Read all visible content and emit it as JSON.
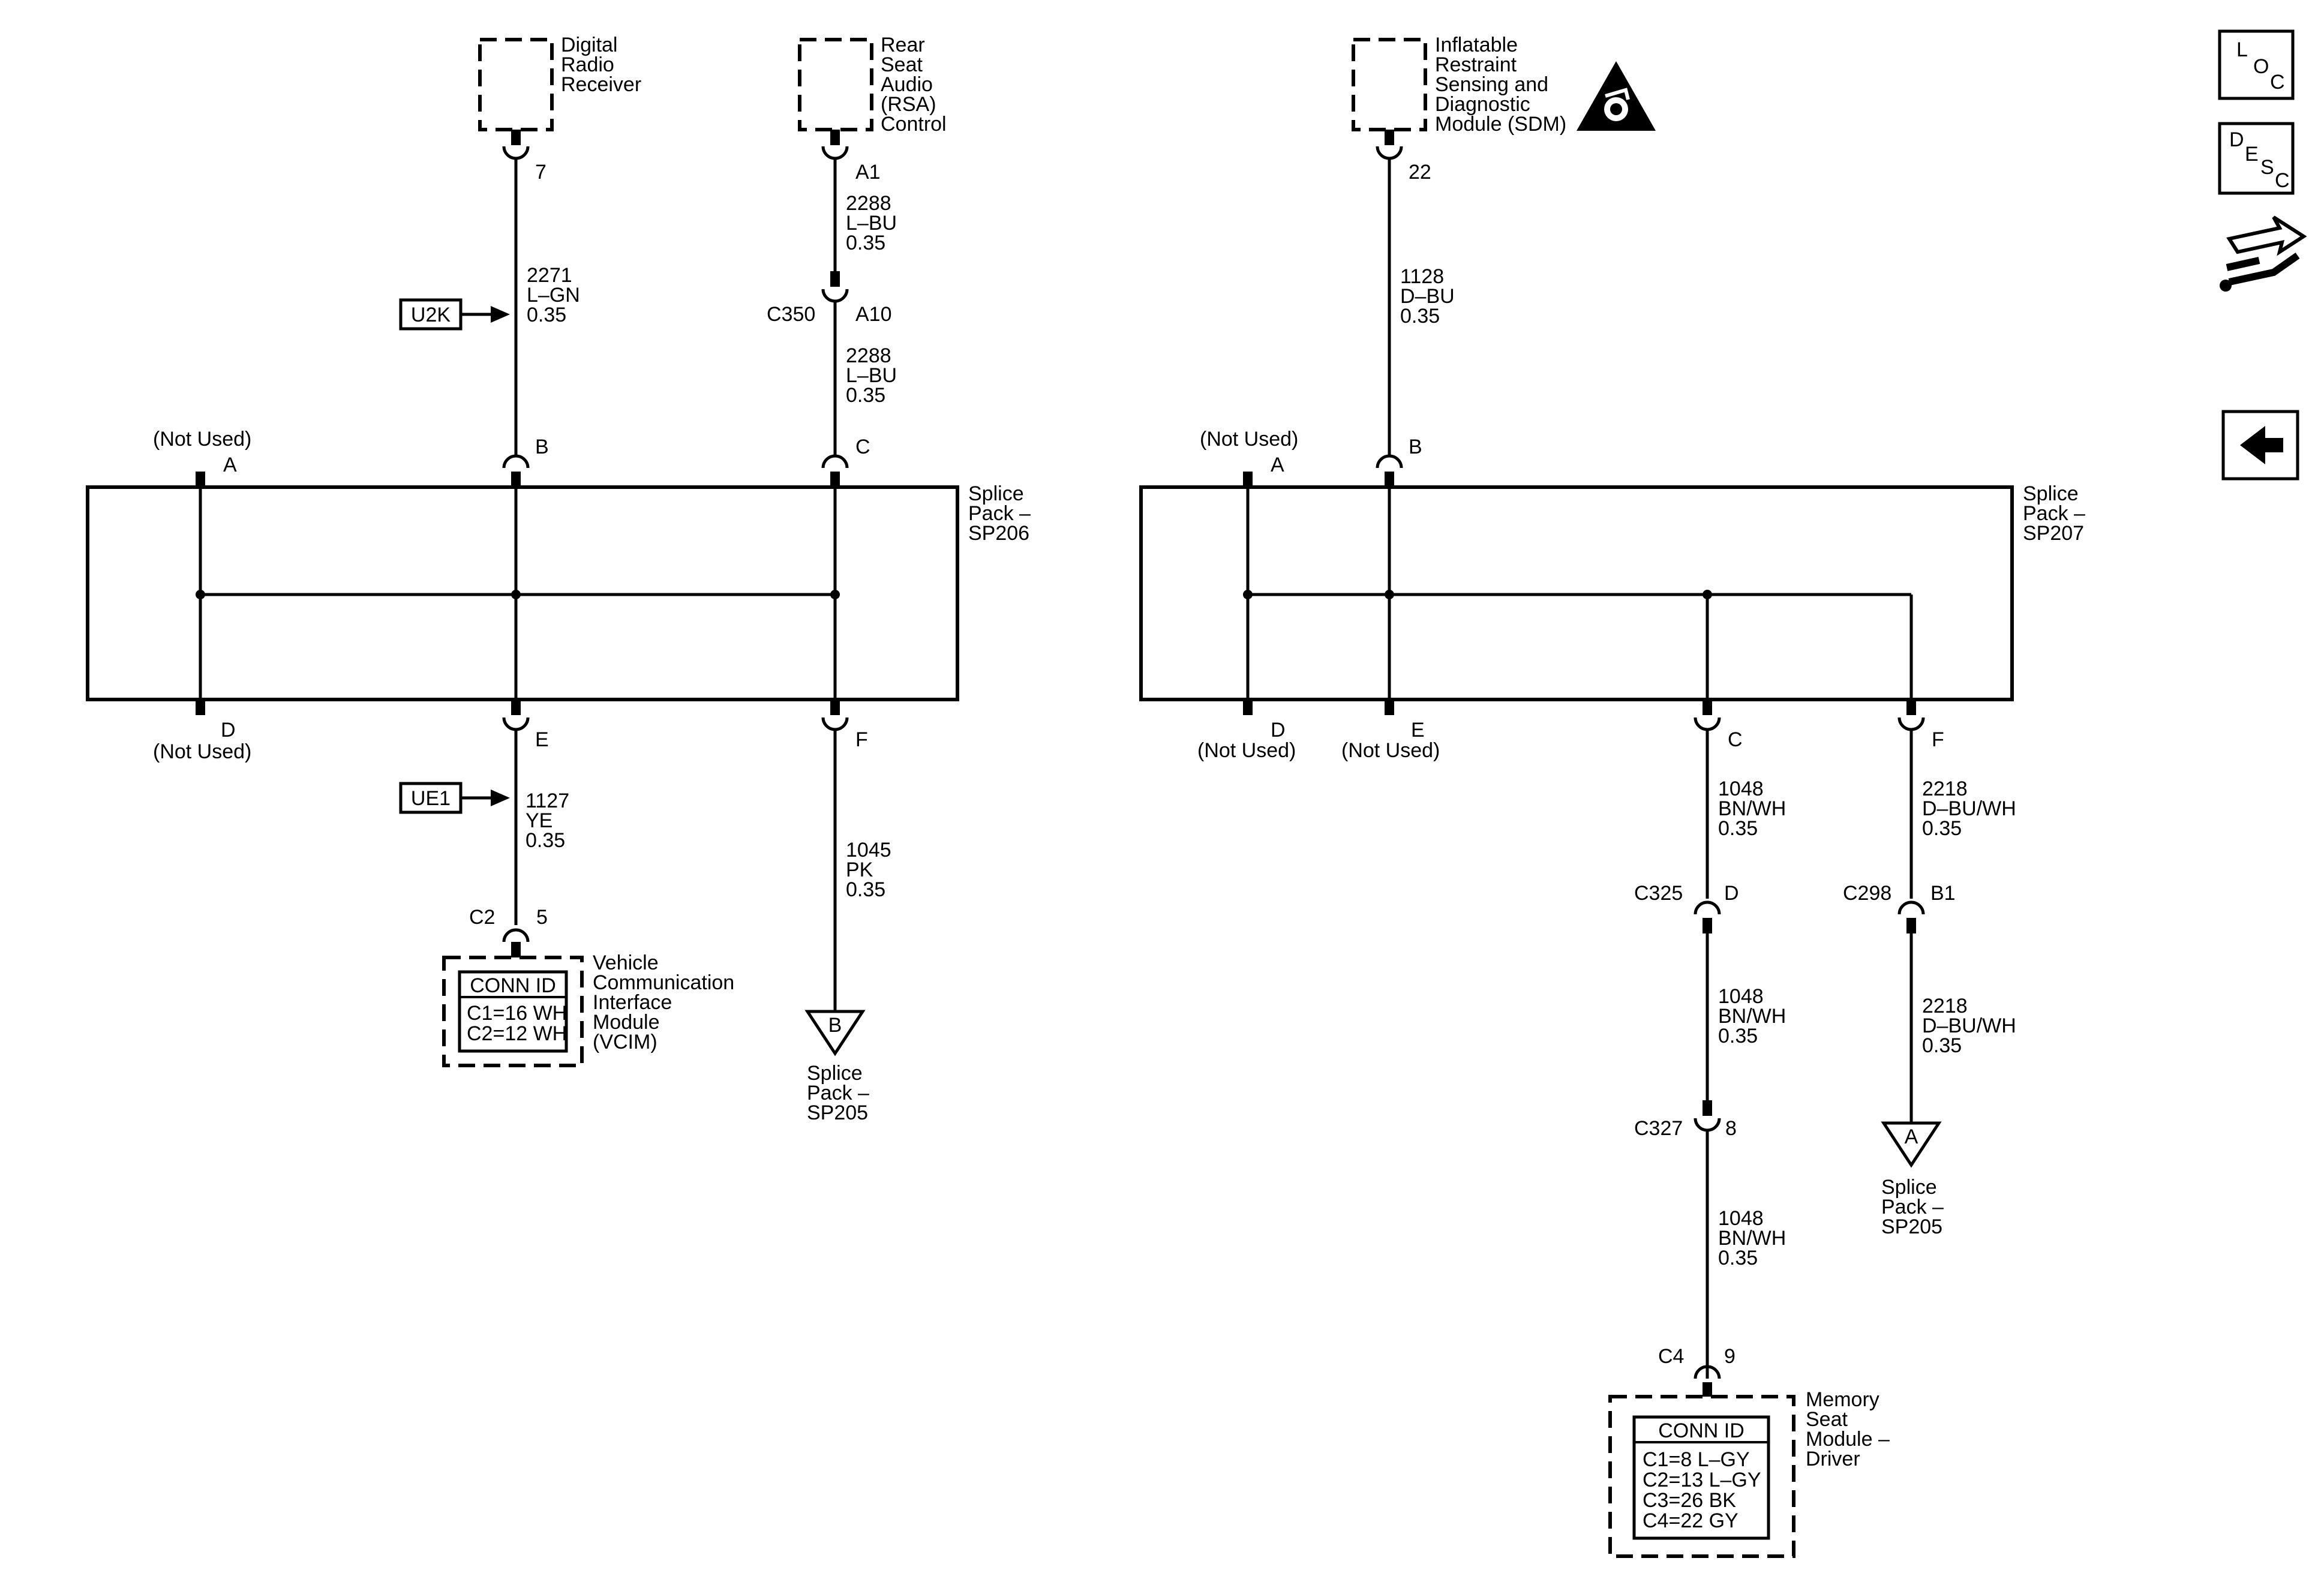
{
  "left": {
    "drr": {
      "name_lines": [
        "Digital",
        "Radio",
        "Receiver"
      ],
      "pin": "7"
    },
    "rsa": {
      "name_lines": [
        "Rear",
        "Seat",
        "Audio",
        "(RSA)",
        "Control"
      ],
      "pin": "A1"
    },
    "wire_2271": {
      "lines": [
        "2271",
        "L–GN",
        "0.35"
      ]
    },
    "u2k_label": "U2K",
    "wire_2288_a": {
      "lines": [
        "2288",
        "L–BU",
        "0.35"
      ]
    },
    "c350": {
      "conn": "C350",
      "pin": "A10"
    },
    "wire_2288_b": {
      "lines": [
        "2288",
        "L–BU",
        "0.35"
      ]
    },
    "sp206": {
      "name_lines": [
        "Splice",
        "Pack –",
        "SP206"
      ],
      "pin_a": "A",
      "pin_a_note": "(Not Used)",
      "pin_b": "B",
      "pin_c": "C",
      "pin_d": "D",
      "pin_d_note": "(Not Used)",
      "pin_e": "E",
      "pin_f": "F"
    },
    "ue1_label": "UE1",
    "wire_1127": {
      "lines": [
        "1127",
        "YE",
        "0.35"
      ]
    },
    "vcim": {
      "conn": "C2",
      "pin": "5",
      "conn_id_title": "CONN ID",
      "conn_id_lines": [
        "C1=16 WH",
        "C2=12 WH"
      ],
      "name_lines": [
        "Vehicle",
        "Communication",
        "Interface",
        "Module",
        "(VCIM)"
      ]
    },
    "wire_1045": {
      "lines": [
        "1045",
        "PK",
        "0.35"
      ]
    },
    "ref_sp205": {
      "letter": "B",
      "name_lines": [
        "Splice",
        "Pack –",
        "SP205"
      ]
    }
  },
  "right": {
    "sdm": {
      "name_lines": [
        "Inflatable",
        "Restraint",
        "Sensing and",
        "Diagnostic",
        "Module (SDM)"
      ],
      "pin": "22"
    },
    "wire_1128": {
      "lines": [
        "1128",
        "D–BU",
        "0.35"
      ]
    },
    "sp207": {
      "name_lines": [
        "Splice",
        "Pack –",
        "SP207"
      ],
      "pin_a": "A",
      "pin_a_note": "(Not Used)",
      "pin_b": "B",
      "pin_d": "D",
      "pin_d_note": "(Not Used)",
      "pin_e": "E",
      "pin_e_note": "(Not Used)",
      "pin_c": "C",
      "pin_f": "F"
    },
    "wire_1048_a": {
      "lines": [
        "1048",
        "BN/WH",
        "0.35"
      ]
    },
    "c325": {
      "conn": "C325",
      "pin": "D"
    },
    "wire_1048_b": {
      "lines": [
        "1048",
        "BN/WH",
        "0.35"
      ]
    },
    "c327": {
      "conn": "C327",
      "pin": "8"
    },
    "wire_1048_c": {
      "lines": [
        "1048",
        "BN/WH",
        "0.35"
      ]
    },
    "msm": {
      "conn": "C4",
      "pin": "9",
      "conn_id_title": "CONN ID",
      "conn_id_lines": [
        "C1=8 L–GY",
        "C2=13 L–GY",
        "C3=26 BK",
        "C4=22 GY"
      ],
      "name_lines": [
        "Memory",
        "Seat",
        "Module –",
        "Driver"
      ]
    },
    "wire_2218_a": {
      "lines": [
        "2218",
        "D–BU/WH",
        "0.35"
      ]
    },
    "c298": {
      "conn": "C298",
      "pin": "B1"
    },
    "wire_2218_b": {
      "lines": [
        "2218",
        "D–BU/WH",
        "0.35"
      ]
    },
    "ref_sp205": {
      "letter": "A",
      "name_lines": [
        "Splice",
        "Pack –",
        "SP205"
      ]
    }
  },
  "side_icons": {
    "loc": {
      "letters": [
        "L",
        "O",
        "C"
      ],
      "icon": "loc-icon"
    },
    "desc": {
      "letters": [
        "D",
        "E",
        "S",
        "C"
      ],
      "icon": "desc-icon"
    },
    "connector": {
      "icon": "connector-tool-icon"
    },
    "back": {
      "icon": "back-arrow-icon"
    }
  }
}
